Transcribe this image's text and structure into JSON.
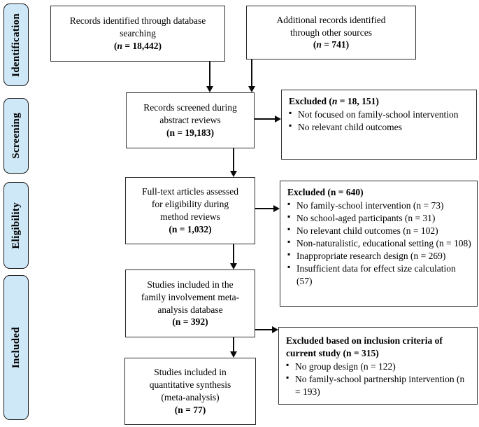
{
  "colors": {
    "stage_fill": "#cfe8f8",
    "box_border": "#2f2f2f",
    "arrow": "#0a0a0a",
    "text": "#000000"
  },
  "stages": [
    {
      "label": "Identification"
    },
    {
      "label": "Screening"
    },
    {
      "label": "Eligibility"
    },
    {
      "label": "Included"
    }
  ],
  "boxes": {
    "database_search": {
      "line1": "Records identified through database",
      "line2": "searching",
      "count_prefix": "(",
      "count_n": "n",
      "count_rest": " = 18,442)"
    },
    "other_sources": {
      "line1": "Additional records identified",
      "line2": "through other sources",
      "count_prefix": "(",
      "count_n": "n",
      "count_rest": " = 741)"
    },
    "screened": {
      "line1": "Records screened during",
      "line2": "abstract reviews",
      "count": "(n = 19,183)"
    },
    "fulltext": {
      "line1": "Full-text articles assessed",
      "line2": "for eligibility during",
      "line3": "method reviews",
      "count": "(n = 1,032)"
    },
    "meta_database": {
      "line1": "Studies included in the",
      "line2": "family involvement meta-",
      "line3": "analysis database",
      "count": "(n = 392)"
    },
    "synthesis": {
      "line1": "Studies included in",
      "line2": "quantitative synthesis",
      "line3": "(meta-analysis)",
      "count": "(n = 77)"
    }
  },
  "excluded": {
    "screening": {
      "title_prefix": "Excluded (",
      "title_n": "n",
      "title_rest": " = 18, 151)",
      "items": [
        "Not focused on family-school intervention",
        "No relevant child outcomes"
      ]
    },
    "eligibility": {
      "title": "Excluded (n = 640)",
      "items": [
        "No family-school intervention (n = 73)",
        "No school-aged participants (n = 31)",
        "No relevant child outcomes (n = 102)",
        "Non-naturalistic, educational setting (n = 108)",
        "Inappropriate research design (n = 269)",
        "Insufficient data for effect size calculation (57)"
      ]
    },
    "inclusion_criteria": {
      "title": "Excluded based on inclusion criteria of current study (n = 315)",
      "items": [
        "No group design (n = 122)",
        "No family-school partnership intervention (n = 193)"
      ]
    }
  }
}
